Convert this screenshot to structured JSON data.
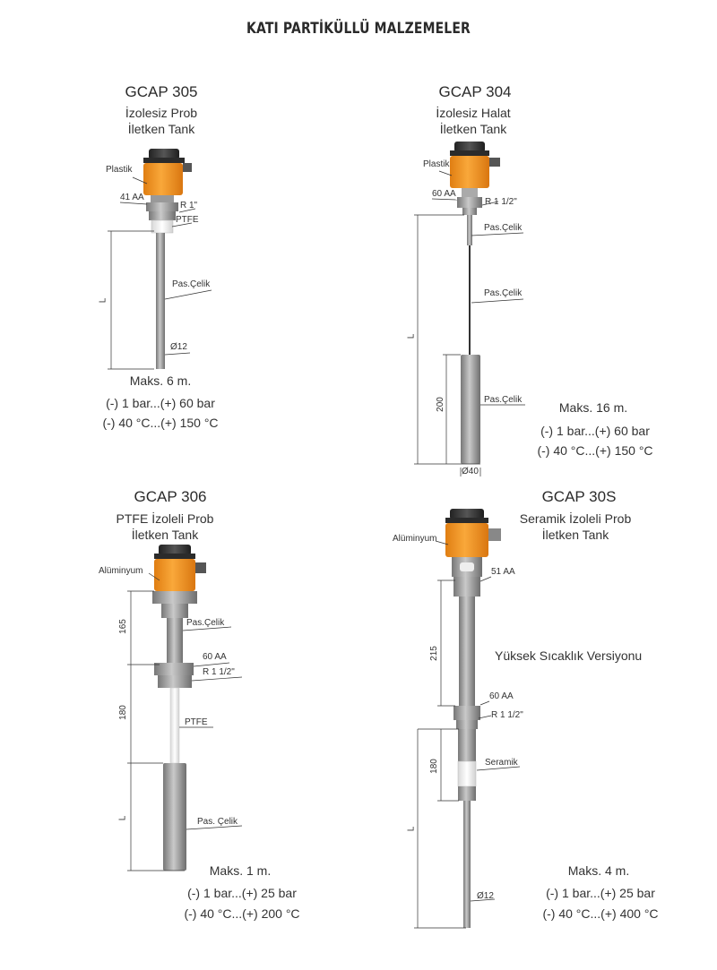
{
  "page_title": "KATI PARTİKÜLLÜ MALZEMELER",
  "products": {
    "gcap305": {
      "model": "GCAP 305",
      "desc_line1": "İzolesiz Prob",
      "desc_line2": "İletken Tank",
      "callouts": {
        "housing": "Plastik",
        "hex": "41 AA",
        "thread": "R 1\"",
        "insulator": "PTFE",
        "rod": "Pas.Çelik",
        "diameter": "Ø12"
      },
      "dims": {
        "length": "L"
      },
      "max_length": "Maks. 6 m.",
      "pressure": "(-) 1 bar...(+) 60 bar",
      "temperature": "(-) 40 °C...(+) 150 °C"
    },
    "gcap304": {
      "model": "GCAP 304",
      "desc_line1": "İzolesiz Halat",
      "desc_line2": "İletken Tank",
      "callouts": {
        "housing": "Plastik",
        "hex": "60 AA",
        "thread": "R 1 1/2\"",
        "rope_top": "Pas.Çelik",
        "rope": "Pas.Çelik",
        "weight": "Pas.Çelik",
        "diameter": "Ø40"
      },
      "dims": {
        "length": "L",
        "weight_length": "200"
      },
      "max_length": "Maks. 16 m.",
      "pressure": "(-) 1 bar...(+) 60 bar",
      "temperature": "(-) 40 °C...(+) 150 °C"
    },
    "gcap306": {
      "model": "GCAP 306",
      "desc_line1": "PTFE İzoleli Prob",
      "desc_line2": "İletken Tank",
      "callouts": {
        "housing": "Alüminyum",
        "neck": "Pas.Çelik",
        "hex": "60 AA",
        "thread": "R 1 1/2\"",
        "insulator": "PTFE",
        "rod": "Pas. Çelik"
      },
      "dims": {
        "neck": "165",
        "insulated": "180",
        "length": "L"
      },
      "max_length": "Maks. 1 m.",
      "pressure": "(-) 1 bar...(+) 25 bar",
      "temperature": "(-) 40 °C...(+) 200 °C"
    },
    "gcap30s": {
      "model": "GCAP 30S",
      "desc_line1": "Seramik İzoleli Prob",
      "desc_line2": "İletken Tank",
      "callouts": {
        "housing": "Alüminyum",
        "hex_top": "51 AA",
        "hex": "60 AA",
        "thread": "R 1 1/2\"",
        "insulator": "Seramik",
        "diameter": "Ø12"
      },
      "dims": {
        "extension": "215",
        "insulated": "180",
        "length": "L"
      },
      "note": "Yüksek Sıcaklık Versiyonu",
      "max_length": "Maks. 4 m.",
      "pressure": "(-) 1 bar...(+) 25 bar",
      "temperature": "(-) 40 °C...(+) 400 °C"
    }
  },
  "colors": {
    "housing_orange": "#f39b2a",
    "housing_dark": "#3a3a3a",
    "steel": "#9a9a9a",
    "steel_light": "#cfcfcf"
  }
}
